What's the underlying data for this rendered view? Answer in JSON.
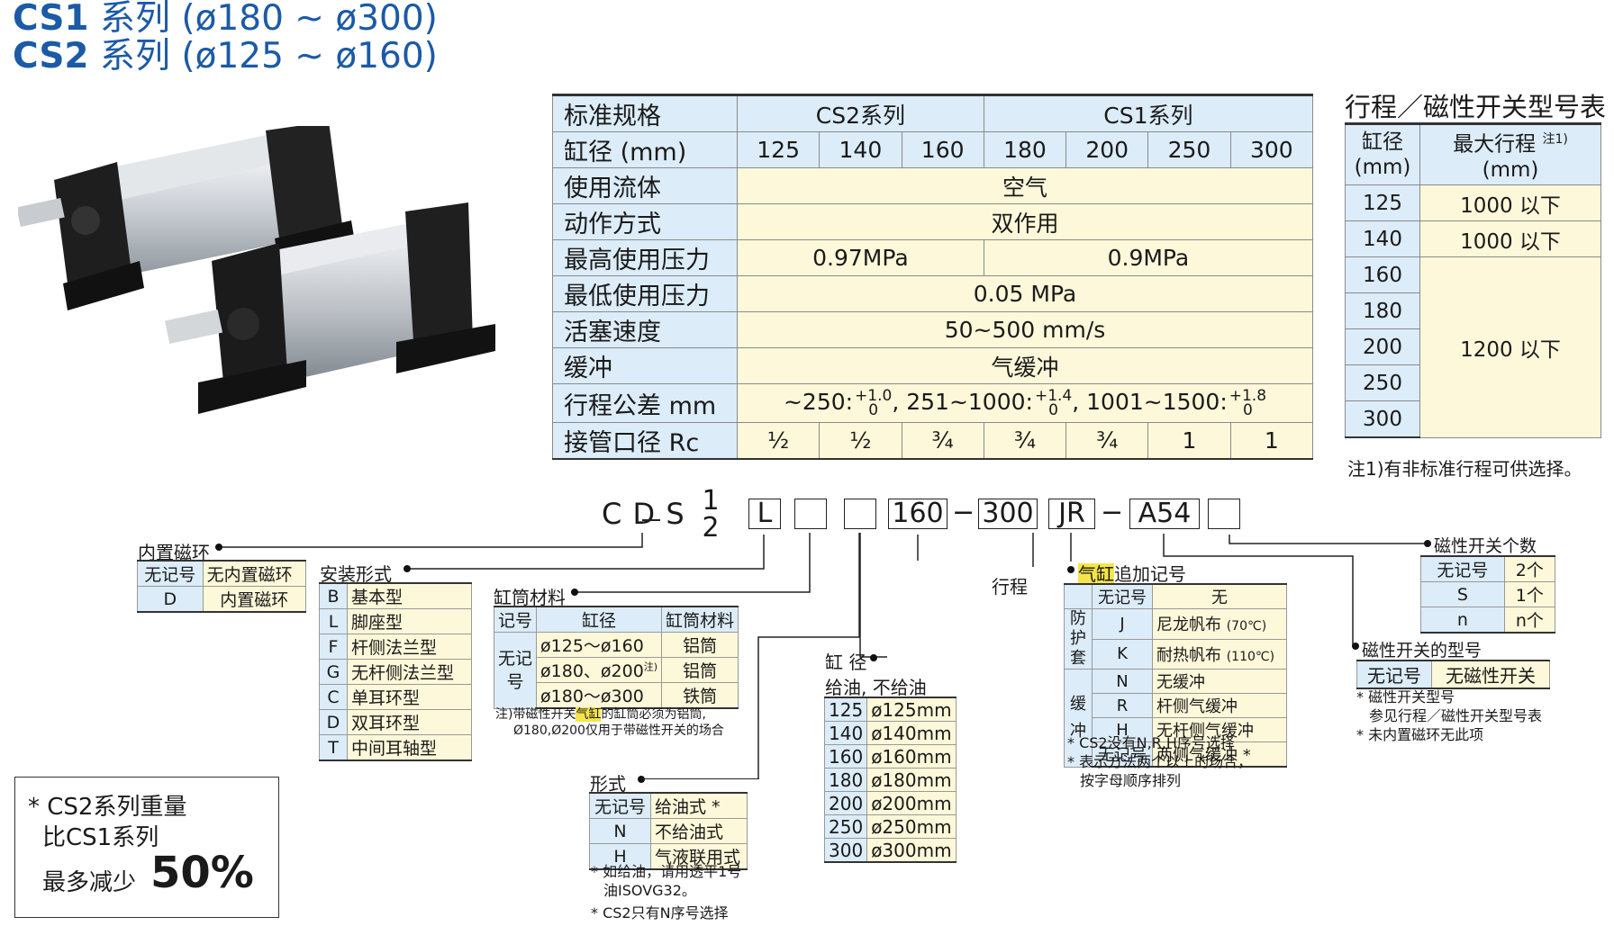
{
  "titles": {
    "line1_model": "CS1",
    "line1_rest": " 系列 (ø180 ~ ø300)",
    "line2_model": "CS2",
    "line2_rest": " 系列 (ø125 ~ ø160)"
  },
  "spec_table": {
    "header_label": "标准规格",
    "cs2_series": "CS2系列",
    "cs1_series": "CS1系列",
    "bore_label": "缸径 (mm)",
    "bores": [
      "125",
      "140",
      "160",
      "180",
      "200",
      "250",
      "300"
    ],
    "fluid_label": "使用流体",
    "fluid": "空气",
    "action_label": "动作方式",
    "action": "双作用",
    "max_pressure_label": "最高使用压力",
    "max_pressure_cs2": "0.97MPa",
    "max_pressure_cs1": "0.9MPa",
    "min_pressure_label": "最低使用压力",
    "min_pressure": "0.05 MPa",
    "speed_label": "活塞速度",
    "speed": "50~500 mm/s",
    "cushion_label": "缓冲",
    "cushion": "气缓冲",
    "tolerance_label": "行程公差 mm",
    "tol_1": "~250:",
    "tol_1_up": "+1.0",
    "tol_1_dn": "0",
    "tol_2": ", 251~1000:",
    "tol_2_up": "+1.4",
    "tol_2_dn": "0",
    "tol_3": ", 1001~1500:",
    "tol_3_up": "+1.8",
    "tol_3_dn": "0",
    "port_label": "接管口径 Rc",
    "ports": [
      "½",
      "½",
      "¾",
      "¾",
      "¾",
      "1",
      "1"
    ]
  },
  "stroke_table": {
    "title": "行程／磁性开关型号表",
    "col_bore": "缸径",
    "col_bore_unit": "(mm)",
    "col_max": "最大行程",
    "col_max_note": "注1)",
    "col_max_unit": "(mm)",
    "rows": [
      "125",
      "140",
      "160",
      "180",
      "200",
      "250",
      "300"
    ],
    "max_125": "1000 以下",
    "max_140": "1000 以下",
    "max_rest": "1200 以下",
    "note": "注1)有非标准行程可供选择。"
  },
  "model_code": {
    "prefix": "C D S",
    "frac_top": "1",
    "frac_bottom": "2",
    "mount": "L",
    "bore": "160",
    "dash1": "−",
    "stroke": "300",
    "cushion": "JR",
    "dash2": "−",
    "switch": "A54"
  },
  "magnet": {
    "label": "内置磁环",
    "rows": [
      [
        "无记号",
        "无内置磁环"
      ],
      [
        "D",
        "内置磁环"
      ]
    ]
  },
  "mounting": {
    "label": "安装形式",
    "rows": [
      [
        "B",
        "基本型"
      ],
      [
        "L",
        "脚座型"
      ],
      [
        "F",
        "杆侧法兰型"
      ],
      [
        "G",
        "无杆侧法兰型"
      ],
      [
        "C",
        "单耳环型"
      ],
      [
        "D",
        "双耳环型"
      ],
      [
        "T",
        "中间耳轴型"
      ]
    ]
  },
  "tube": {
    "label": "缸筒材料",
    "headers": [
      "记号",
      "缸径",
      "缸筒材料"
    ],
    "symbol": "无记号",
    "rows": [
      [
        "ø125～ø160",
        "铝筒"
      ],
      [
        "ø180、ø200",
        "铝筒"
      ],
      [
        "ø180～ø300",
        "铁筒"
      ]
    ],
    "row2_note": "注)",
    "note_1_pre": "注)带磁性开关",
    "note_1_hl": "气缸",
    "note_1_post": "的缸筒必须为铝筒,",
    "note_2": "Ø180,Ø200仅用于带磁性开关的场合"
  },
  "stroke_label": "行程",
  "lube": {
    "label": "形式",
    "rows": [
      [
        "无记号",
        "给油式 *"
      ],
      [
        "N",
        "不给油式"
      ],
      [
        "H",
        "气液联用式"
      ]
    ],
    "note_1": "* 如给油，请用透平1号",
    "note_2": "油ISOVG32。",
    "note_3": "* CS2只有N序号选择"
  },
  "bore_sel": {
    "label": "缸 径",
    "sub": "给油, 不给油",
    "rows": [
      [
        "125",
        "ø125mm"
      ],
      [
        "140",
        "ø140mm"
      ],
      [
        "160",
        "ø160mm"
      ],
      [
        "180",
        "ø180mm"
      ],
      [
        "200",
        "ø200mm"
      ],
      [
        "250",
        "ø250mm"
      ],
      [
        "300",
        "ø300mm"
      ]
    ]
  },
  "cushion_add": {
    "label_hl": "气缸",
    "label_rest": "追加记号",
    "header": [
      "无记号",
      "无"
    ],
    "group_protect": "防护套",
    "group_cushion": "缓冲",
    "protect_rows": [
      [
        "J",
        "尼龙帆布",
        "(70℃)"
      ],
      [
        "K",
        "耐热帆布",
        "(110℃)"
      ]
    ],
    "cushion_rows": [
      [
        "N",
        "无缓冲"
      ],
      [
        "R",
        "杆侧气缓冲"
      ],
      [
        "H",
        "无杆侧气缓冲"
      ],
      [
        "无记号",
        "两侧气缓冲 *"
      ]
    ],
    "note_1": "* CS2没有N,R,H序号选择",
    "note_2": "* 表示方法两个以上的场合，",
    "note_3": "按字母顺序排列"
  },
  "switch_count": {
    "label": "磁性开关个数",
    "rows": [
      [
        "无记号",
        "2个"
      ],
      [
        "S",
        "1个"
      ],
      [
        "n",
        "n个"
      ]
    ]
  },
  "switch_model": {
    "label": "磁性开关的型号",
    "rows": [
      [
        "无记号",
        "无磁性开关"
      ]
    ],
    "note_1": "* 磁性开关型号",
    "note_2": "参见行程／磁性开关型号表",
    "note_3": "* 未内置磁环无此项"
  },
  "weight": {
    "line1": "* CS2系列重量",
    "line2": "比CS1系列",
    "line3": "最多减少",
    "value": "50%"
  }
}
